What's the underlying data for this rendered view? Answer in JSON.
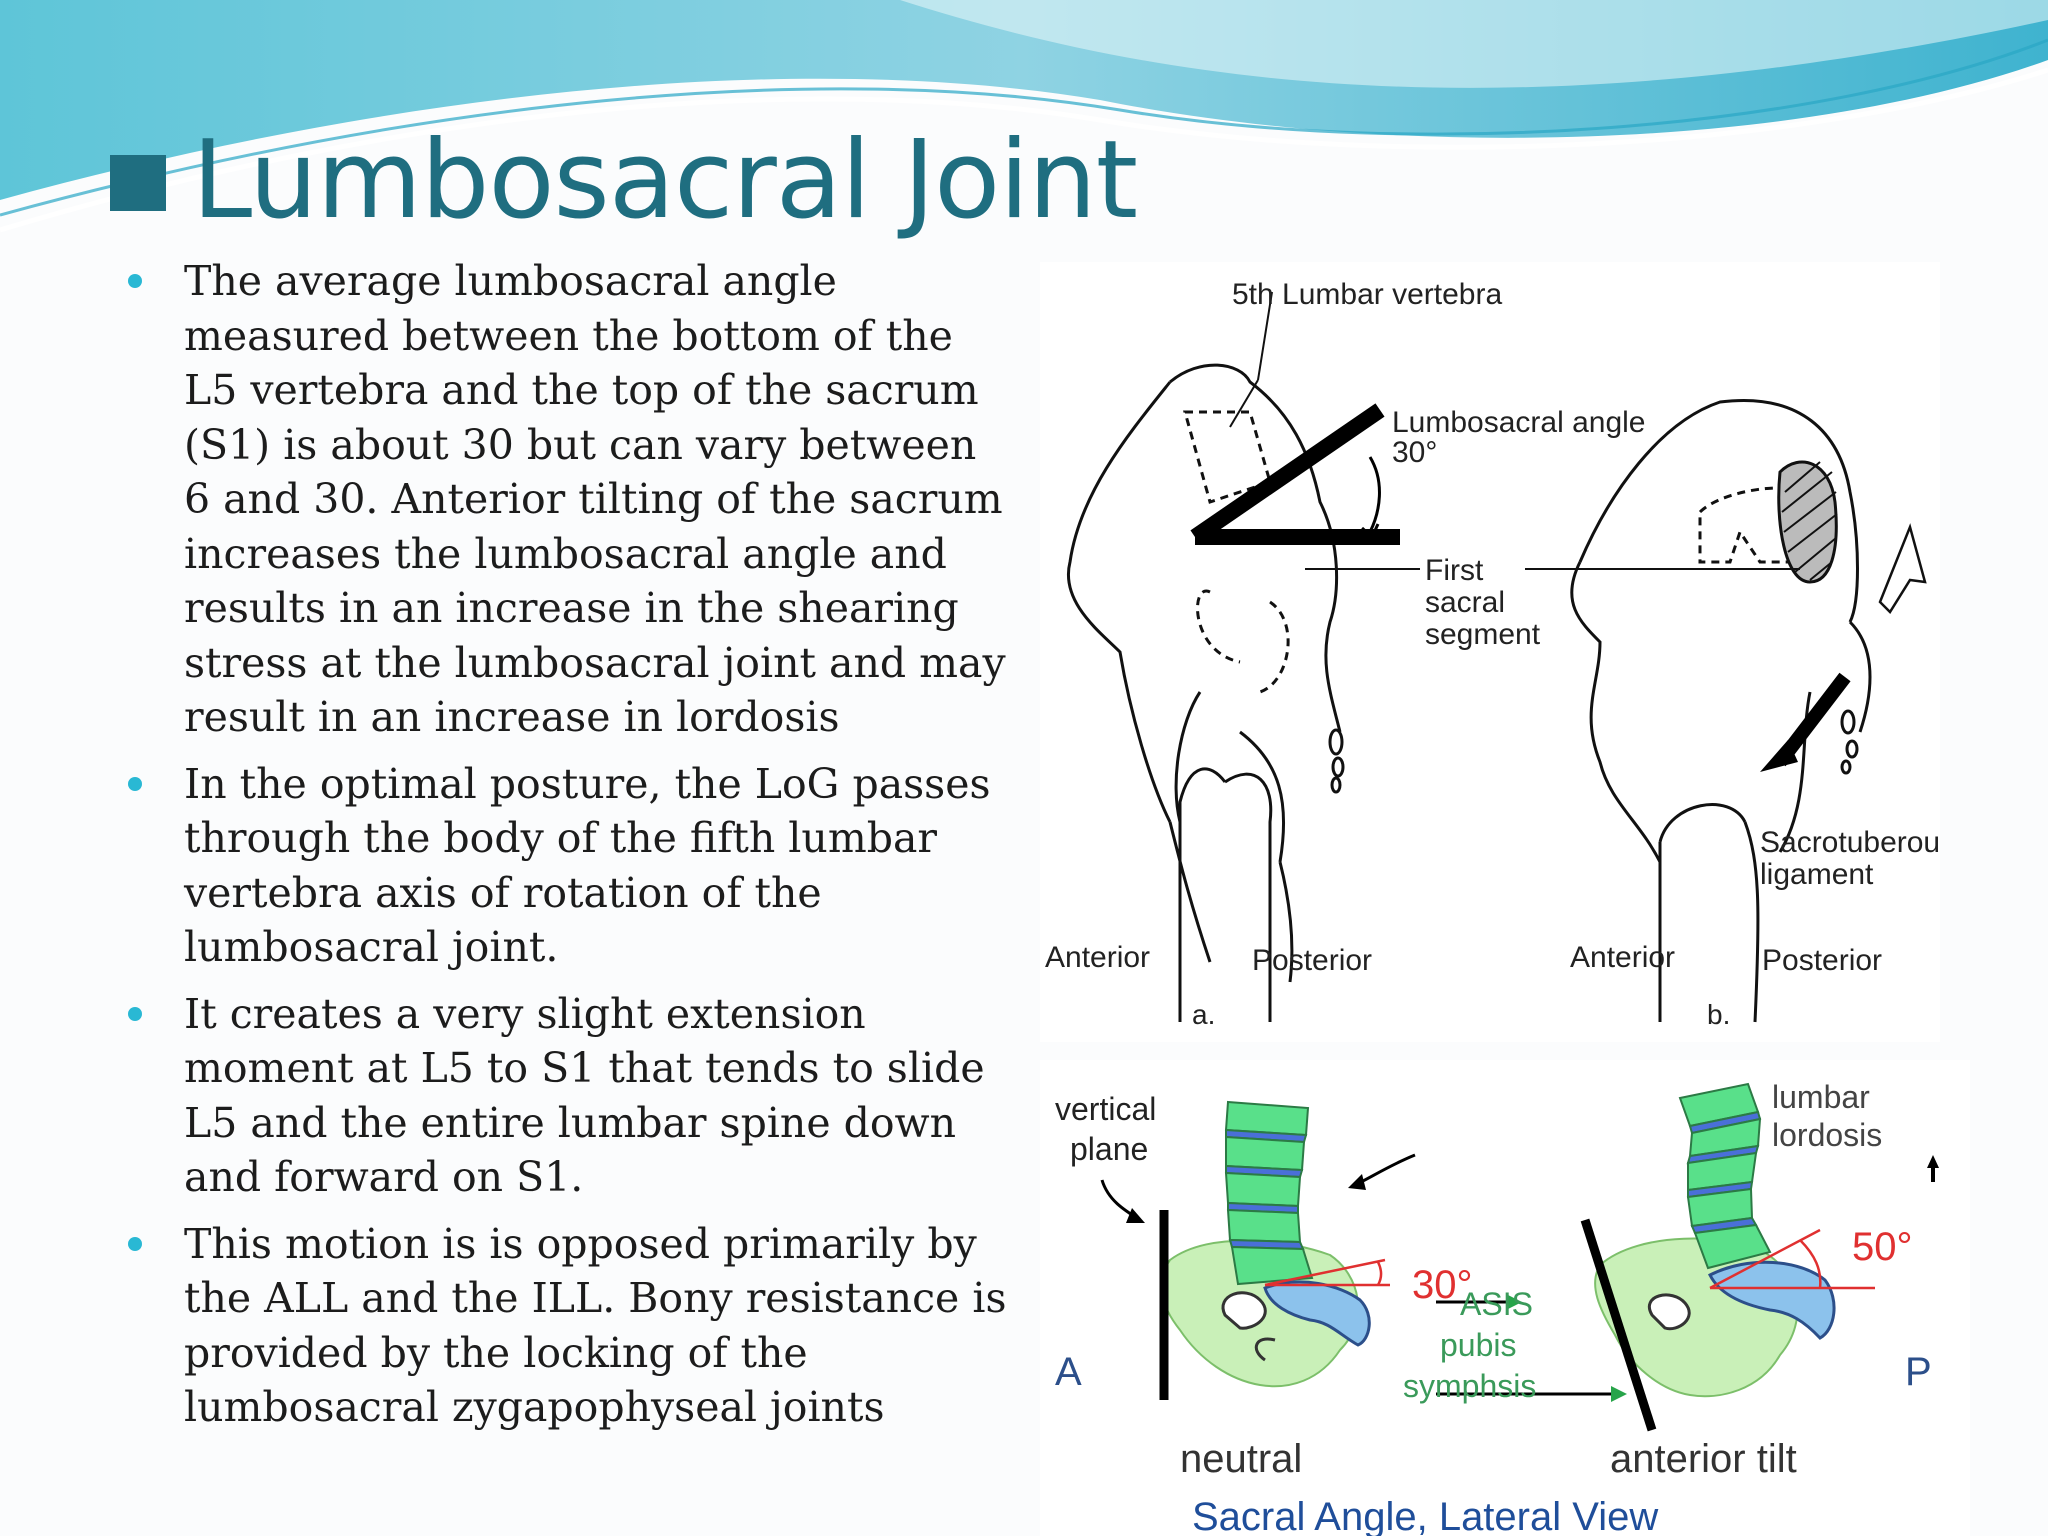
{
  "slide": {
    "title": "Lumbosacral Joint",
    "bullets": [
      "The average lumbosacral angle measured between the bottom of the L5 vertebra and the top of the sacrum (S1) is about 30 but can vary between 6 and 30. Anterior tilting of the sacrum increases the lumbosacral angle and results in an increase in the shearing stress at the lumbosacral joint and may result in an increase in lordosis",
      "In the optimal posture, the LoG passes through the body of the fifth lumbar vertebra axis of rotation of the lumbosacral joint.",
      "It creates a very slight extension moment at L5 to S1 that tends to slide L5 and the entire lumbar spine down and forward on S1.",
      "This motion is is opposed primarily by the ALL and the ILL. Bony resistance is provided by the locking of the lumbosacral zygapophyseal joints"
    ]
  },
  "figure_top": {
    "label_l5": "5th Lumbar vertebra",
    "label_angle": "Lumbosacral angle",
    "label_angle_value": "30°",
    "label_first": "First",
    "label_sacral": "sacral",
    "label_segment": "segment",
    "label_sacrotuberous": "Sacrotuberous",
    "label_ligament": "ligament",
    "anterior_a": "Anterior",
    "posterior_a": "Posterior",
    "anterior_b": "Anterior",
    "posterior_b": "Posterior",
    "panel_a": "a.",
    "panel_b": "b."
  },
  "figure_bottom": {
    "vertical": "vertical",
    "plane": "plane",
    "angle_neutral": "30°",
    "angle_tilt": "50°",
    "asis": "ASIS",
    "pubis": "pubis",
    "symphsis": "symphsis",
    "lumbar": "lumbar",
    "lordosis": "lordosis",
    "letter_a": "A",
    "letter_p": "P",
    "neutral": "neutral",
    "anterior_tilt": "anterior tilt",
    "caption": "Sacral Angle, Lateral View"
  },
  "colors": {
    "title": "#1f6e80",
    "bullet": "#29b8d4",
    "vertebra_green": "#59e08a",
    "disc_blue": "#4a6fd8",
    "pelvis_green": "#c9f0b8",
    "sacrum_blue": "#8cc2ec",
    "angle_red": "#e03030"
  }
}
